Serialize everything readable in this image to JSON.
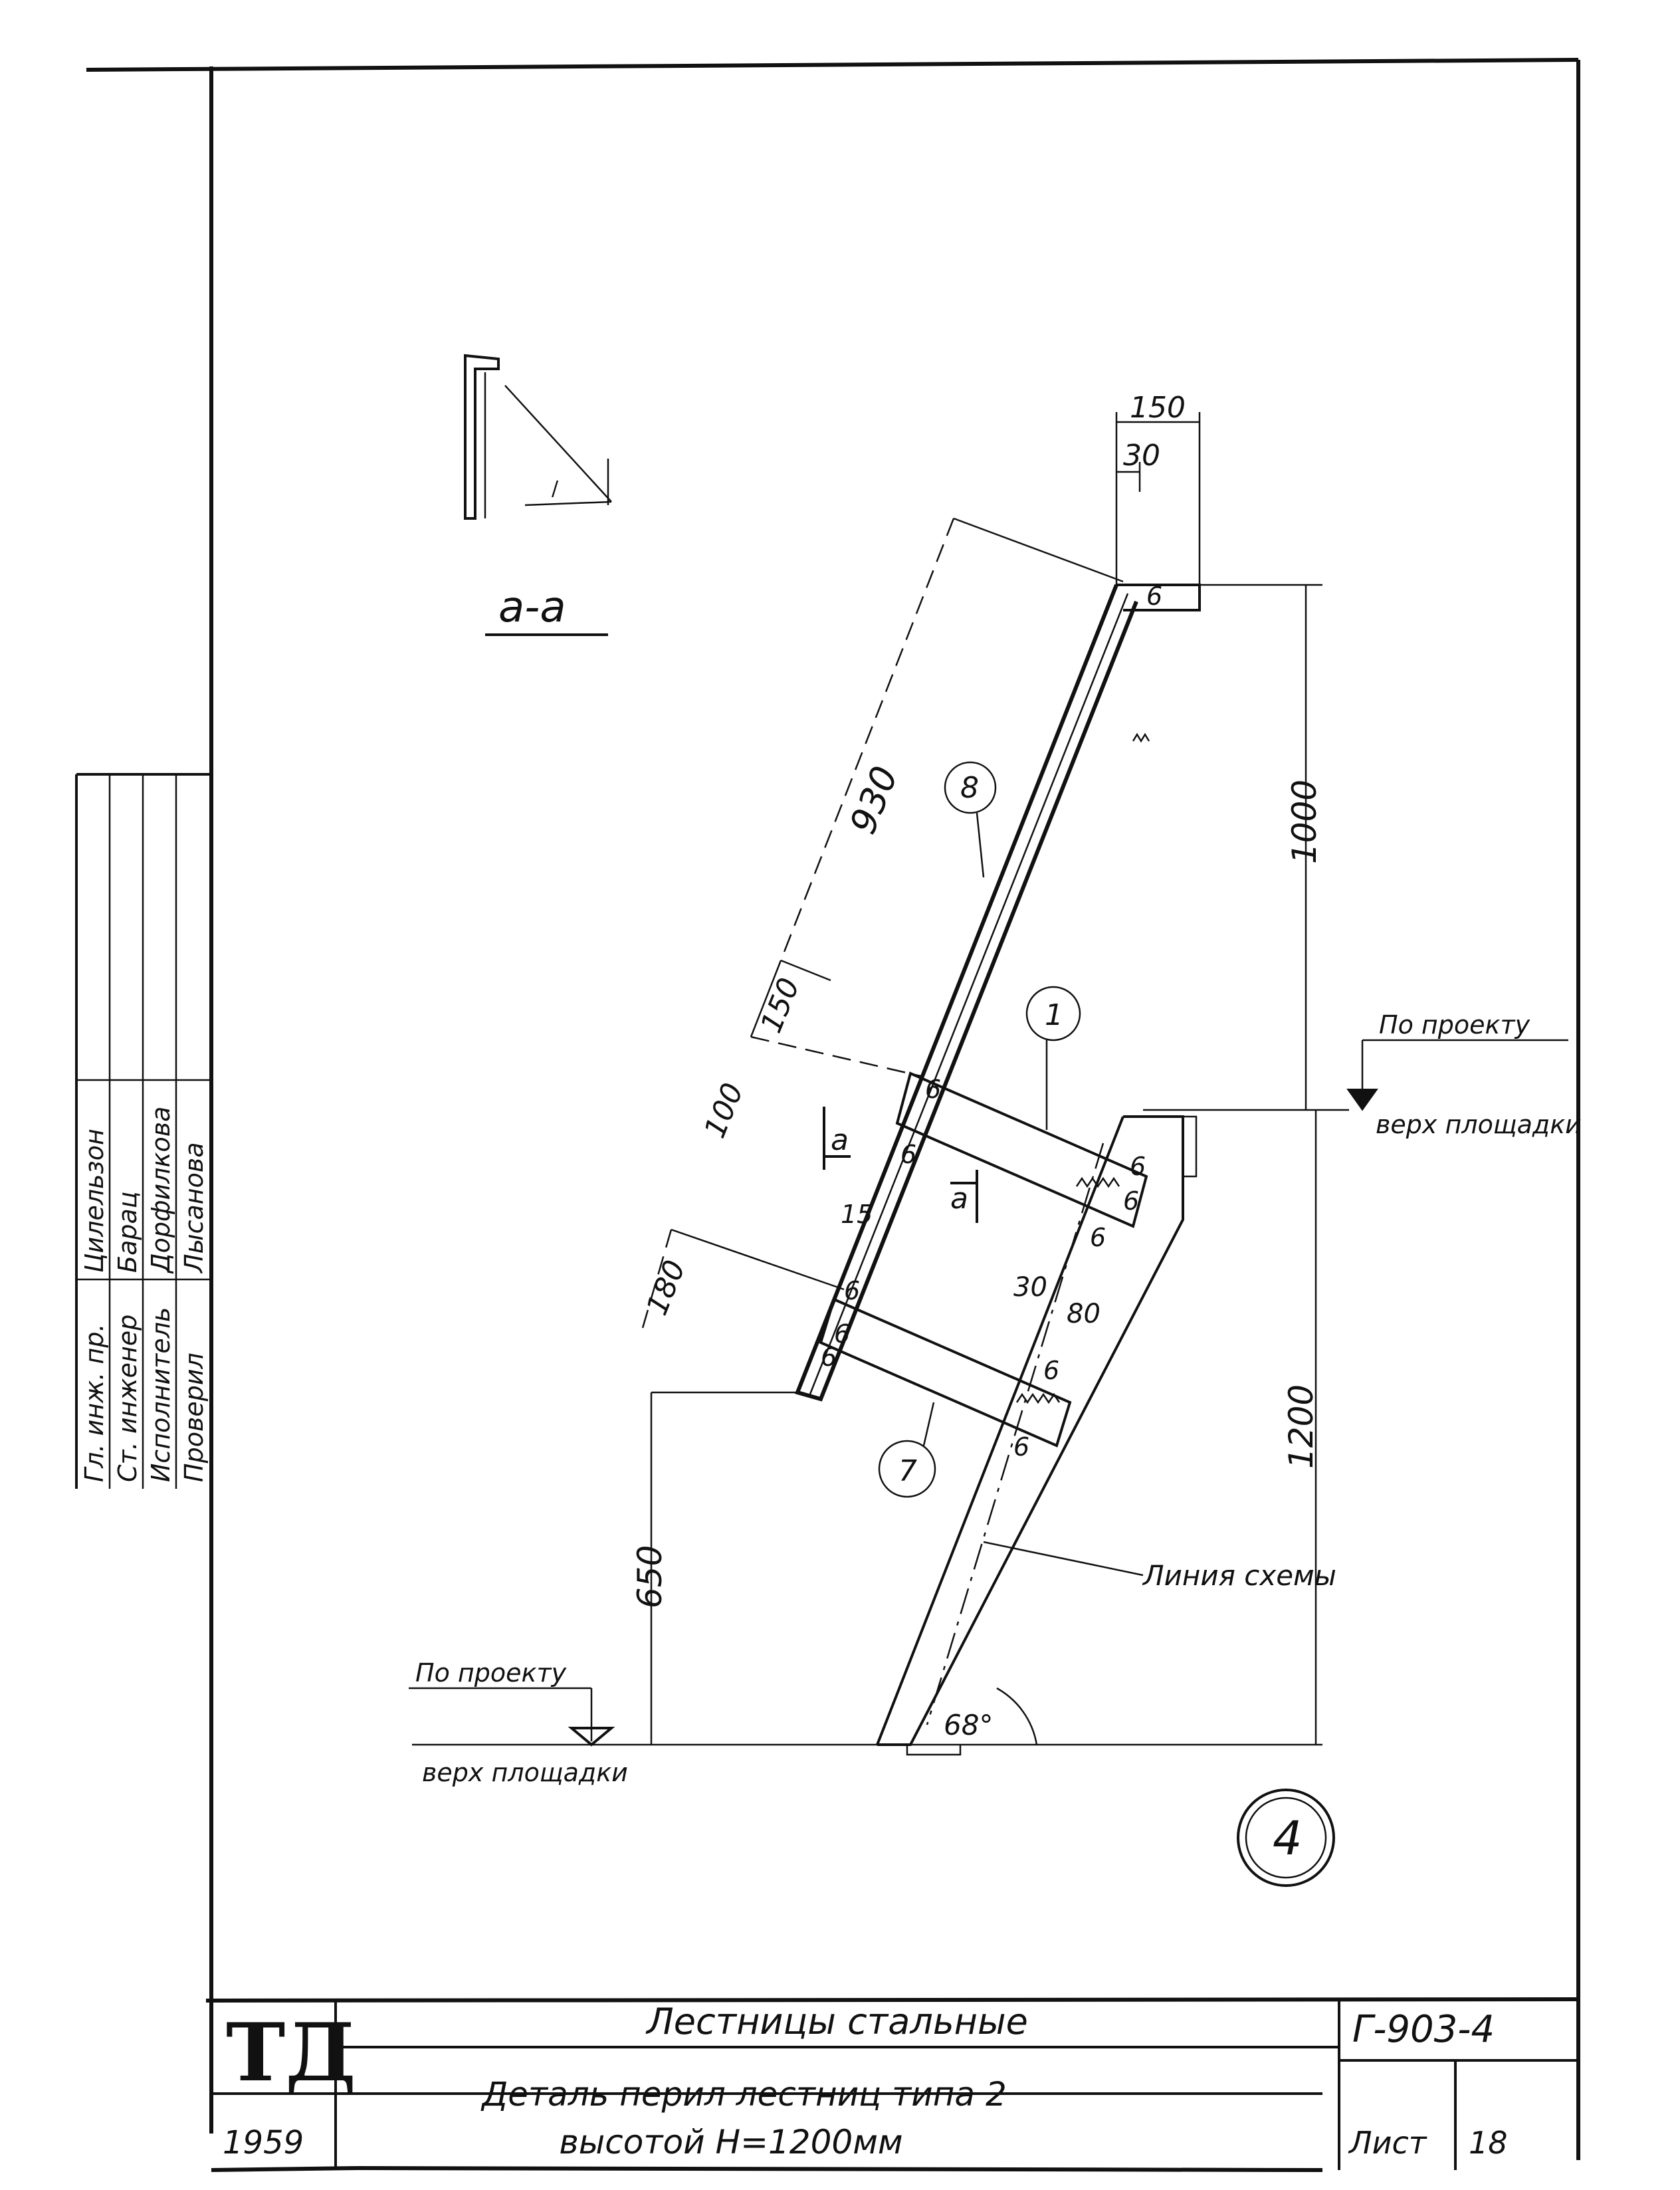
{
  "section_label": "а-а",
  "dimensions": {
    "d150_top": "150",
    "d30_top": "30",
    "d930": "930",
    "d1000": "1000",
    "d150_mid": "150",
    "d100": "100",
    "d15": "15",
    "d180": "180",
    "d30_mid": "30",
    "d80": "80",
    "d1200": "1200",
    "d650": "650",
    "angle": "68°"
  },
  "weld_sizes": [
    "6",
    "6",
    "6",
    "6",
    "6",
    "6",
    "6",
    "6",
    "6",
    "6",
    "6"
  ],
  "cut_mark_a": "а",
  "position_marks": {
    "pos8": "8",
    "pos1": "1",
    "pos7": "7"
  },
  "level_right": {
    "by_project": "По проекту",
    "level": "верх площадки"
  },
  "level_left": {
    "by_project": "По проекту",
    "level": "верх площадки"
  },
  "scheme_line": "Линия схемы",
  "detail_number": "4",
  "title_block": {
    "logo": "ТД",
    "year": "1959",
    "title": "Лестницы стальные",
    "subtitle_line1": "Деталь перил лестниц типа 2",
    "subtitle_line2": "высотой H=1200мм",
    "code": "Г-903-4",
    "sheet_label": "Лист",
    "sheet_number": "18"
  },
  "signatures": {
    "roles": [
      "Гл. инж. пр.",
      "Ст. инженер",
      "Исполнитель",
      "Проверил"
    ],
    "names": [
      "Цилельзон",
      "Барац",
      "Дорфилкова",
      "Лысанова"
    ]
  }
}
